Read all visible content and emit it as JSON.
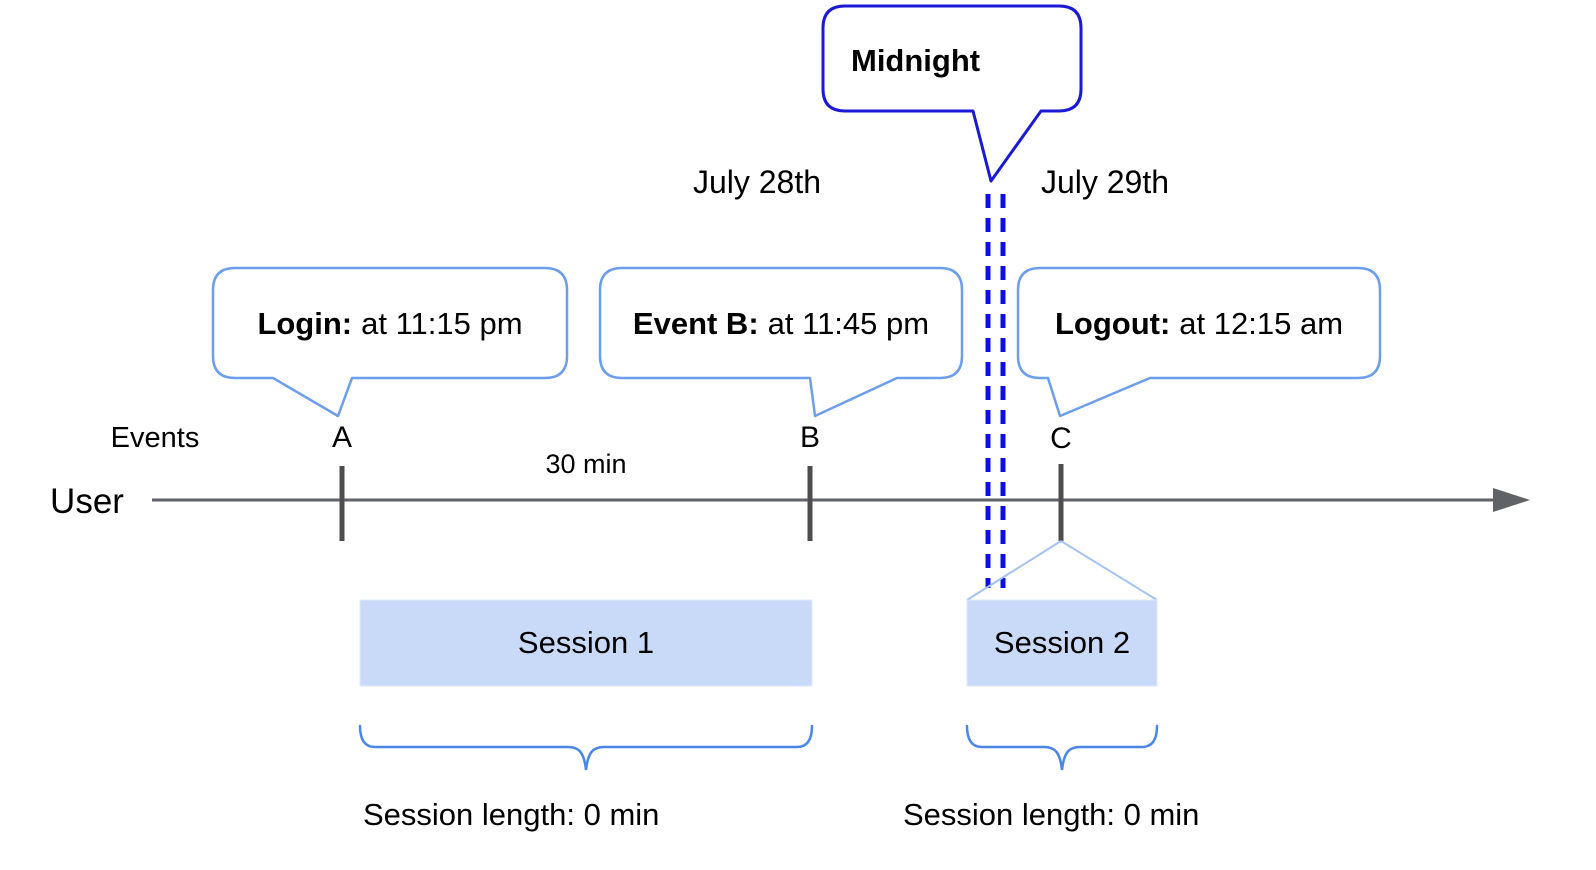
{
  "palette": {
    "accent_blue": "#4a86e8",
    "bubble_border_light": "#6d9eeb",
    "bubble_border_dark": "#1a1ad6",
    "dashed_line_blue": "#0d0de8",
    "session_fill": "#c9daf8",
    "funnel_line": "#a4c2f4",
    "axis_gray": "#5f6368",
    "tick_gray": "#4d4d4d",
    "text_black": "#000000"
  },
  "callouts": {
    "midnight": {
      "label": "Midnight"
    },
    "login": {
      "title": "Login:",
      "detail": "at 11:15 pm"
    },
    "event_b": {
      "title": "Event B:",
      "detail": "at 11:45 pm"
    },
    "logout": {
      "title": "Logout:",
      "detail": "at 12:15 am"
    }
  },
  "dates": {
    "before_midnight": "July 28th",
    "after_midnight": "July 29th"
  },
  "timeline": {
    "row_label": "User",
    "events_label": "Events",
    "interval_label": "30 min",
    "event_marks": [
      "A",
      "B",
      "C"
    ]
  },
  "sessions": [
    {
      "label": "Session 1",
      "length_label": "Session length: 0 min"
    },
    {
      "label": "Session 2",
      "length_label": "Session length: 0 min"
    }
  ]
}
